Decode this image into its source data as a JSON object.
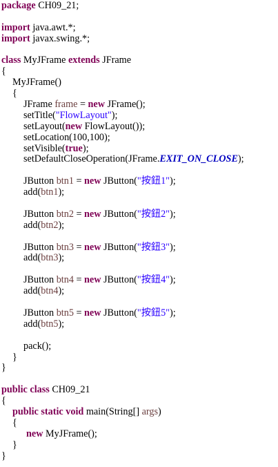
{
  "source": {
    "lines": [
      [
        {
          "t": "package",
          "c": "kw"
        },
        {
          "t": " CH09_21;"
        }
      ],
      [],
      [
        {
          "t": "import",
          "c": "kw"
        },
        {
          "t": " java.awt.*;"
        }
      ],
      [
        {
          "t": "import",
          "c": "kw"
        },
        {
          "t": " javax.swing.*;"
        }
      ],
      [],
      [
        {
          "t": "class",
          "c": "kw"
        },
        {
          "t": " MyJFrame "
        },
        {
          "t": "extends",
          "c": "kw"
        },
        {
          "t": " JFrame"
        }
      ],
      [
        {
          "t": "{"
        }
      ],
      [
        {
          "t": "MyJFrame()",
          "i": 1
        }
      ],
      [
        {
          "t": "{",
          "i": 1
        }
      ],
      [
        {
          "t": "JFrame ",
          "i": 2
        },
        {
          "t": "frame",
          "c": "var"
        },
        {
          "t": " = "
        },
        {
          "t": "new",
          "c": "kw"
        },
        {
          "t": " JFrame();"
        }
      ],
      [
        {
          "t": "setTitle(",
          "i": 2
        },
        {
          "t": "\"FlowLayout\"",
          "c": "str"
        },
        {
          "t": ");"
        }
      ],
      [
        {
          "t": "setLayout(",
          "i": 2
        },
        {
          "t": "new",
          "c": "kw"
        },
        {
          "t": " FlowLayout());"
        }
      ],
      [
        {
          "t": "setLocation(100,100);",
          "i": 2
        }
      ],
      [
        {
          "t": "setVisible(",
          "i": 2
        },
        {
          "t": "true",
          "c": "kw"
        },
        {
          "t": ");"
        }
      ],
      [
        {
          "t": "setDefaultCloseOperation(JFrame.",
          "i": 2
        },
        {
          "t": "EXIT_ON_CLOSE",
          "c": "const"
        },
        {
          "t": ");"
        }
      ],
      [],
      [
        {
          "t": "JButton ",
          "i": 2
        },
        {
          "t": "btn1",
          "c": "var"
        },
        {
          "t": " = "
        },
        {
          "t": "new",
          "c": "kw"
        },
        {
          "t": " JButton("
        },
        {
          "t": "\"按鈕1\"",
          "c": "str"
        },
        {
          "t": ");"
        }
      ],
      [
        {
          "t": "add(",
          "i": 2
        },
        {
          "t": "btn1",
          "c": "var"
        },
        {
          "t": ");"
        }
      ],
      [],
      [
        {
          "t": "JButton ",
          "i": 2
        },
        {
          "t": "btn2",
          "c": "var"
        },
        {
          "t": " = "
        },
        {
          "t": "new",
          "c": "kw"
        },
        {
          "t": " JButton("
        },
        {
          "t": "\"按鈕2\"",
          "c": "str"
        },
        {
          "t": ");"
        }
      ],
      [
        {
          "t": "add(",
          "i": 2
        },
        {
          "t": "btn2",
          "c": "var"
        },
        {
          "t": ");"
        }
      ],
      [],
      [
        {
          "t": "JButton ",
          "i": 2
        },
        {
          "t": "btn3",
          "c": "var"
        },
        {
          "t": " = "
        },
        {
          "t": "new",
          "c": "kw"
        },
        {
          "t": " JButton("
        },
        {
          "t": "\"按鈕3\"",
          "c": "str"
        },
        {
          "t": ");"
        }
      ],
      [
        {
          "t": "add(",
          "i": 2
        },
        {
          "t": "btn3",
          "c": "var"
        },
        {
          "t": ");"
        }
      ],
      [],
      [
        {
          "t": "JButton ",
          "i": 2
        },
        {
          "t": "btn4",
          "c": "var"
        },
        {
          "t": " = "
        },
        {
          "t": "new",
          "c": "kw"
        },
        {
          "t": " JButton("
        },
        {
          "t": "\"按鈕4\"",
          "c": "str"
        },
        {
          "t": ");"
        }
      ],
      [
        {
          "t": "add(",
          "i": 2
        },
        {
          "t": "btn4",
          "c": "var"
        },
        {
          "t": ");"
        }
      ],
      [],
      [
        {
          "t": "JButton ",
          "i": 2
        },
        {
          "t": "btn5",
          "c": "var"
        },
        {
          "t": " = "
        },
        {
          "t": "new",
          "c": "kw"
        },
        {
          "t": " JButton("
        },
        {
          "t": "\"按鈕5\"",
          "c": "str"
        },
        {
          "t": ");"
        }
      ],
      [
        {
          "t": "add(",
          "i": 2
        },
        {
          "t": "btn5",
          "c": "var"
        },
        {
          "t": ");"
        }
      ],
      [],
      [
        {
          "t": "pack();",
          "i": 2
        }
      ],
      [
        {
          "t": "}",
          "i": 1
        }
      ],
      [
        {
          "t": "}"
        }
      ],
      [],
      [
        {
          "t": "public",
          "c": "kw"
        },
        {
          "t": " "
        },
        {
          "t": "class",
          "c": "kw"
        },
        {
          "t": " CH09_21"
        }
      ],
      [
        {
          "t": "{"
        }
      ],
      [
        {
          "t": "public",
          "c": "kw",
          "i": 1
        },
        {
          "t": " "
        },
        {
          "t": "static",
          "c": "kw"
        },
        {
          "t": " "
        },
        {
          "t": "void",
          "c": "kw"
        },
        {
          "t": " main(String[] "
        },
        {
          "t": "args",
          "c": "var"
        },
        {
          "t": ")"
        }
      ],
      [
        {
          "t": "{",
          "i": 1
        }
      ],
      [
        {
          "t": "new",
          "c": "kw",
          "i": 3
        },
        {
          "t": " MyJFrame();"
        }
      ],
      [
        {
          "t": "}",
          "i": 1
        }
      ],
      [
        {
          "t": "}"
        }
      ]
    ]
  },
  "colors": {
    "keyword": "#7f0055",
    "variable": "#6a3e3e",
    "string": "#2a00ff",
    "constant": "#0000c0",
    "text": "#000000",
    "background": "#ffffff"
  }
}
